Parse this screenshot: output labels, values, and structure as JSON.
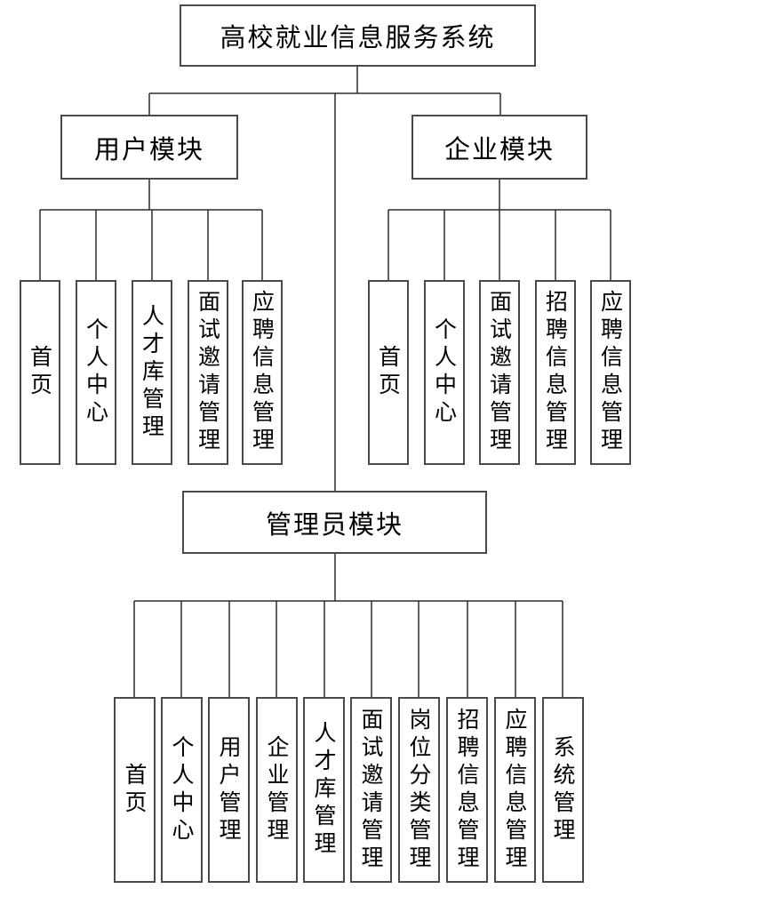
{
  "diagram": {
    "root_label": "高校就业信息服务系统",
    "modules": [
      {
        "label": "用户模块",
        "children": [
          "首页",
          "个人中心",
          "人才库管理",
          "面试邀请管理",
          "应聘信息管理"
        ]
      },
      {
        "label": "企业模块",
        "children": [
          "首页",
          "个人中心",
          "面试邀请管理",
          "招聘信息管理",
          "应聘信息管理"
        ]
      },
      {
        "label": "管理员模块",
        "children": [
          "首页",
          "个人中心",
          "用户管理",
          "企业管理",
          "人才库管理",
          "面试邀请管理",
          "岗位分类管理",
          "招聘信息管理",
          "应聘信息管理",
          "系统管理"
        ]
      }
    ],
    "colors": {
      "box_border": "#4a4a4a",
      "connector": "#2b2b2b",
      "text": "#000000",
      "background": "#ffffff"
    }
  }
}
